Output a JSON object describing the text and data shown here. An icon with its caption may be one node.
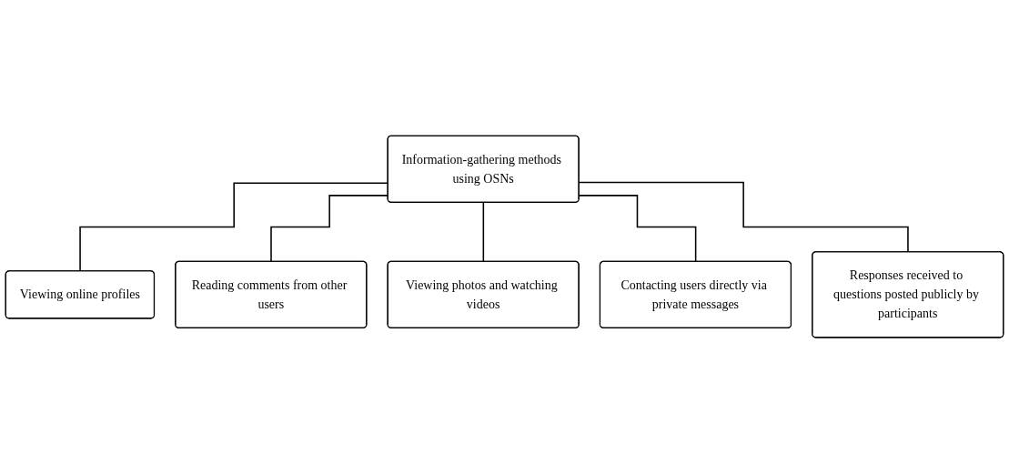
{
  "diagram": {
    "nodes": [
      {
        "text": [
          "Information-gathering methods using OSNs"
        ]
      },
      {
        "text": [
          "Viewing online profiles"
        ]
      },
      {
        "text": [
          "Reading comments from other users"
        ]
      },
      {
        "text": [
          "Viewing photos and watching videos"
        ]
      },
      {
        "text": [
          "Contacting users directly via private messages"
        ]
      },
      {
        "text": [
          "Responses received to questions posted publicly by participants"
        ]
      }
    ],
    "edges": [
      {
        "from": 0,
        "to": 1,
        "arrow": "none"
      },
      {
        "from": 0,
        "to": 2,
        "arrow": "none"
      },
      {
        "from": 0,
        "to": 3,
        "arrow": "none"
      },
      {
        "from": 0,
        "to": 4,
        "arrow": "none"
      },
      {
        "from": 0,
        "to": 5,
        "arrow": "none"
      }
    ]
  }
}
